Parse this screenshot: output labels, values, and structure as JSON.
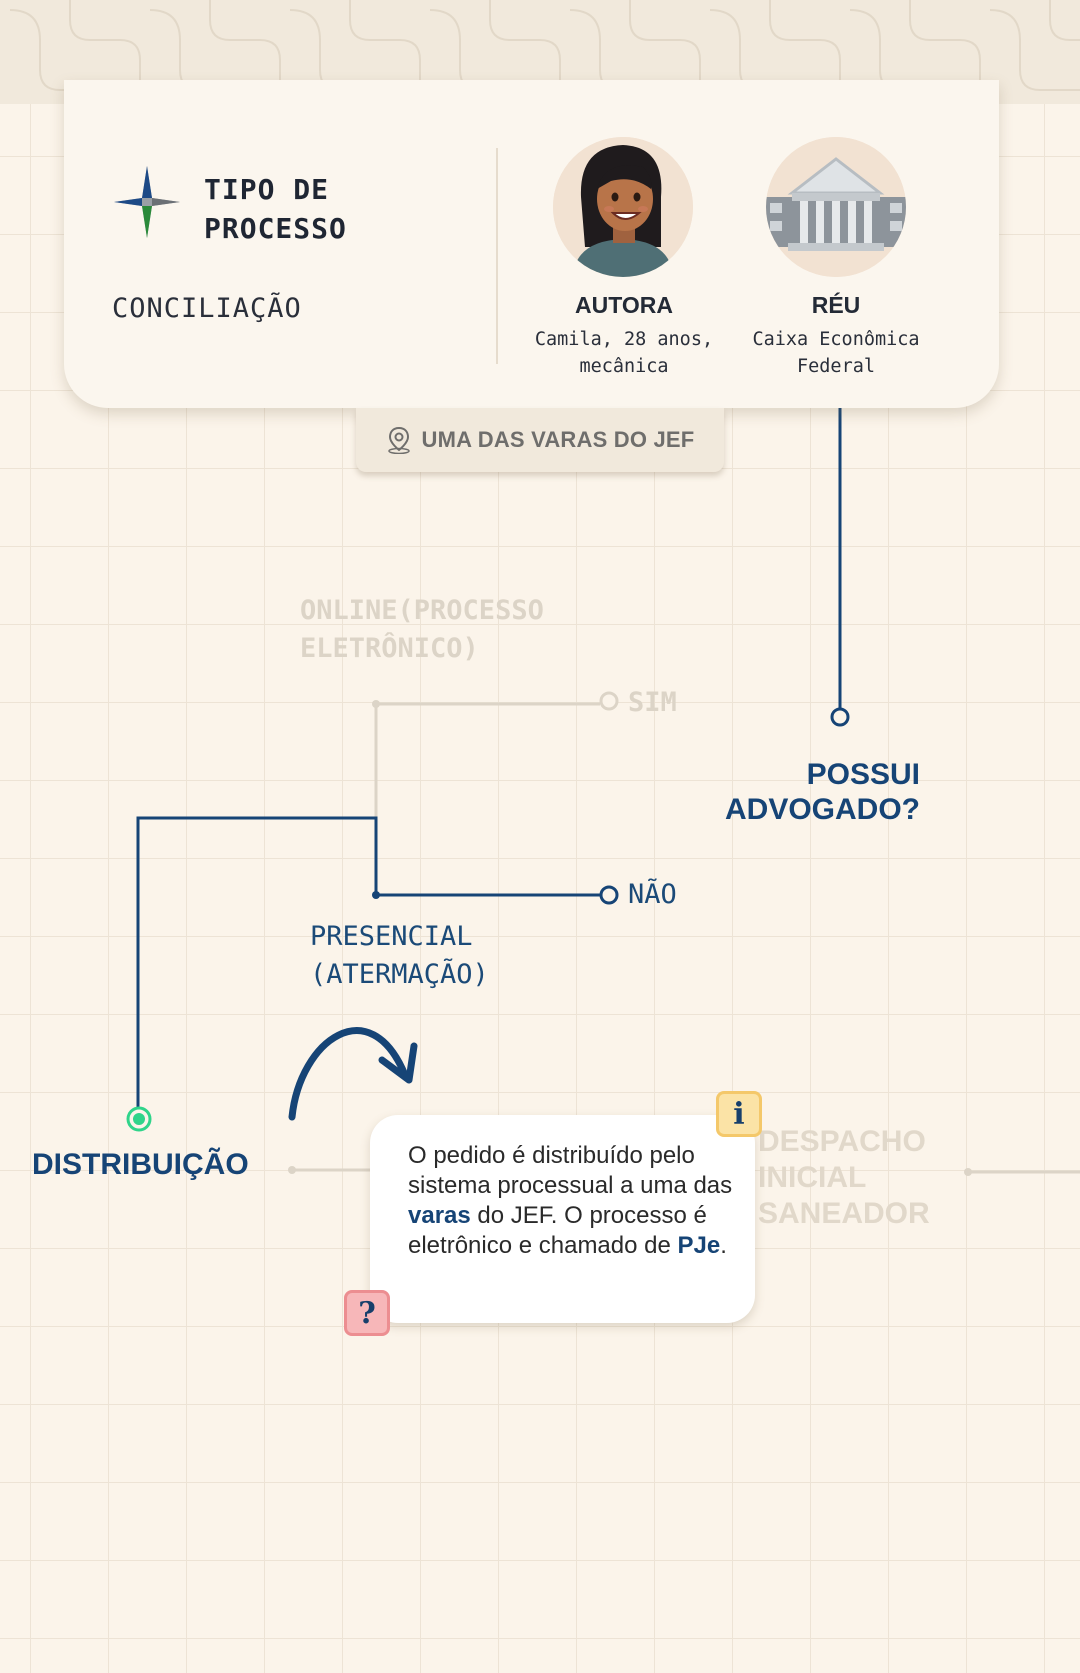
{
  "card": {
    "title": "TIPO DE PROCESSO",
    "process_type": "CONCILIAÇÃO",
    "author_label": "AUTORA",
    "author_desc": "Camila, 28 anos, mecânica",
    "defendant_label": "RÉU",
    "defendant_desc": "Caixa Econômica Federal"
  },
  "location_tab": {
    "label": "UMA DAS VARAS DO JEF",
    "icon": "map-pin-icon"
  },
  "flow": {
    "online_label": "ONLINE(PROCESSO ELETRÔNICO)",
    "sim_label": "SIM",
    "nao_label": "NÃO",
    "question": "POSSUI ADVOGADO?",
    "presencial_label": "PRESENCIAL (ATERMAÇÃO)",
    "current_step": "DISTRIBUIÇÃO",
    "next_step": "DESPACHO INICIAL SANEADOR"
  },
  "bubble": {
    "text_1": "O pedido é distribuído pelo sistema processual a uma das ",
    "bold_1": "varas",
    "text_2": " do JEF. O processo é eletrônico e chamado de ",
    "bold_2": "PJe",
    "text_3": "."
  },
  "badges": {
    "info": "i",
    "help": "?"
  },
  "colors": {
    "primary_blue": "#164476",
    "active_green": "#2fd48a",
    "faded": "#dcd4c7"
  }
}
